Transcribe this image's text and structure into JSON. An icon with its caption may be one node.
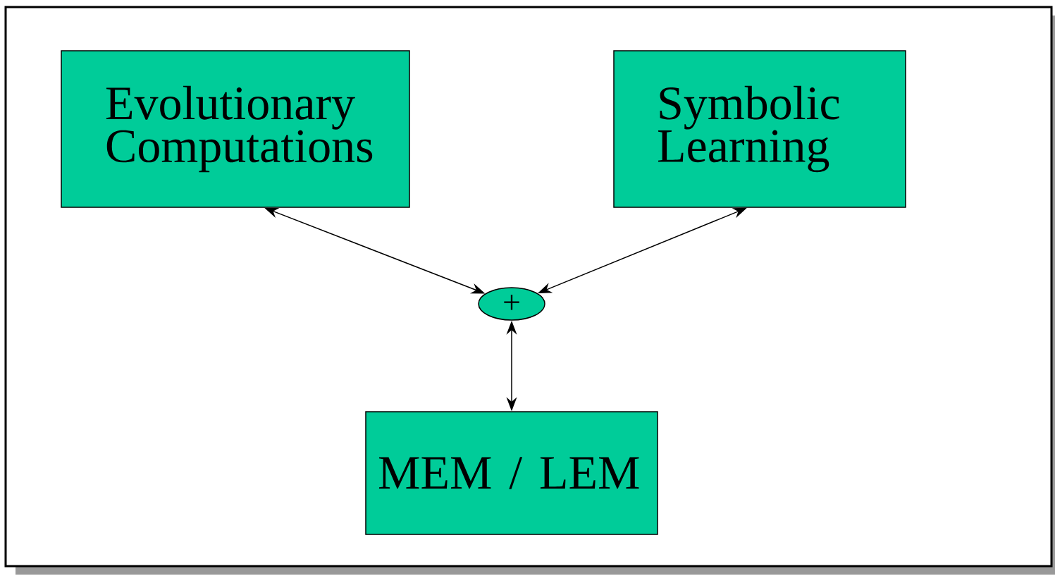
{
  "diagram": {
    "nodes": [
      {
        "text": [
          "Evolutionary Computations"
        ]
      },
      {
        "text": [
          "Symbolic Learning"
        ]
      },
      {
        "text": [
          "+"
        ]
      },
      {
        "text": [
          "MEM / LEM"
        ]
      }
    ],
    "edges": [
      {
        "from": 0,
        "to": 2,
        "arrow": "both"
      },
      {
        "from": 1,
        "to": 2,
        "arrow": "both"
      },
      {
        "from": 2,
        "to": 3,
        "arrow": "both"
      }
    ]
  }
}
